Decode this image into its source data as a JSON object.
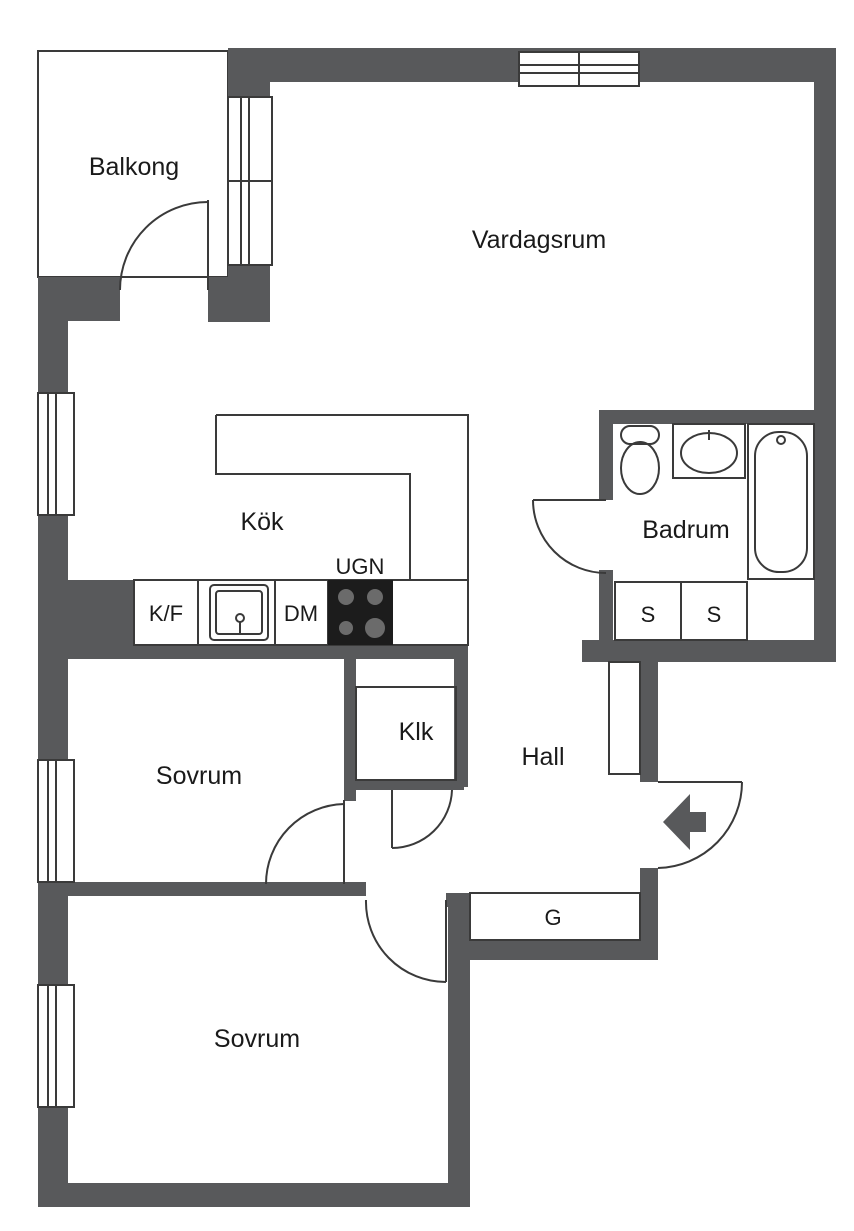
{
  "rooms": {
    "balcony": "Balkong",
    "living_room": "Vardagsrum",
    "kitchen": "Kök",
    "bathroom": "Badrum",
    "closet": "Klk",
    "hall": "Hall",
    "bedroom_1": "Sovrum",
    "bedroom_2": "Sovrum"
  },
  "fixtures": {
    "fridge_freezer": "K/F",
    "dishwasher": "DM",
    "oven": "UGN",
    "cabinet_1": "S",
    "cabinet_2": "S",
    "wardrobe": "G"
  },
  "icons": {
    "entrance": "arrow-left-icon",
    "sink": "sink-icon",
    "stove": "stove-icon",
    "toilet": "toilet-icon",
    "washbasin": "washbasin-icon",
    "bathtub": "bathtub-icon"
  },
  "colors": {
    "wall": "#58595b",
    "background": "#ffffff",
    "stove_top": "#1c1c1c"
  }
}
